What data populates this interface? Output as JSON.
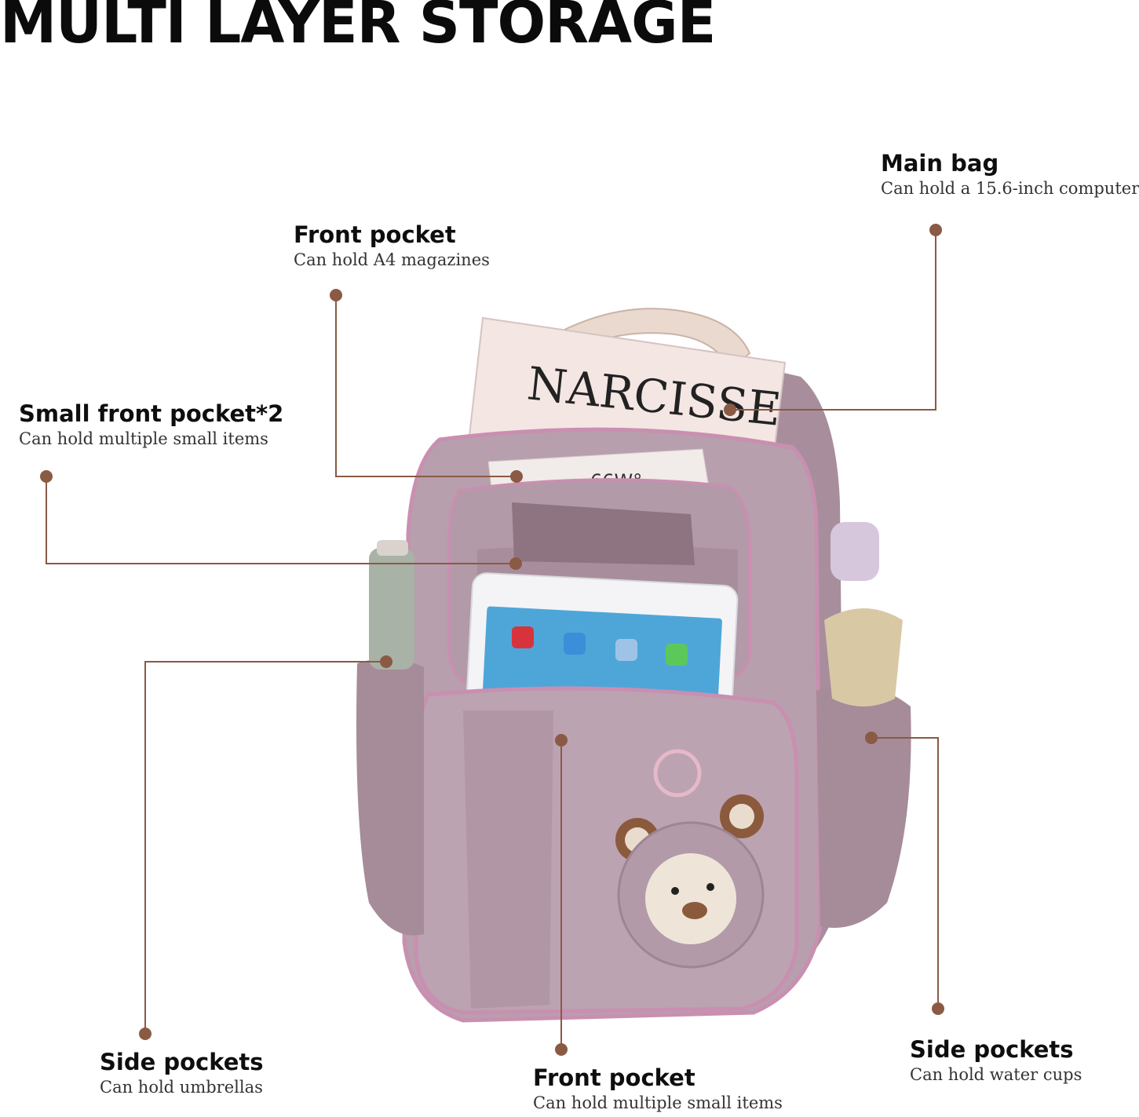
{
  "headline": "MULTI LAYER STORAGE",
  "callouts": {
    "main_bag": {
      "title": "Main bag",
      "desc": "Can hold a 15.6-inch computer"
    },
    "front_pocket_top": {
      "title": "Front pocket",
      "desc": "Can hold A4 magazines"
    },
    "small_front": {
      "title": "Small front pocket*2",
      "desc": "Can hold multiple small items"
    },
    "side_left": {
      "title": "Side pockets",
      "desc": "Can hold umbrellas"
    },
    "front_pocket_bot": {
      "title": "Front pocket",
      "desc": "Can hold multiple small items"
    },
    "side_right": {
      "title": "Side pockets",
      "desc": "Can hold water cups"
    }
  },
  "magazine": {
    "title": "NARCISSE",
    "booklet": "66W°"
  },
  "colors": {
    "leader": "#8a5a45",
    "bag": "#b49ca9",
    "bag_dark": "#9a7f8e",
    "trim": "#c98fb0"
  }
}
